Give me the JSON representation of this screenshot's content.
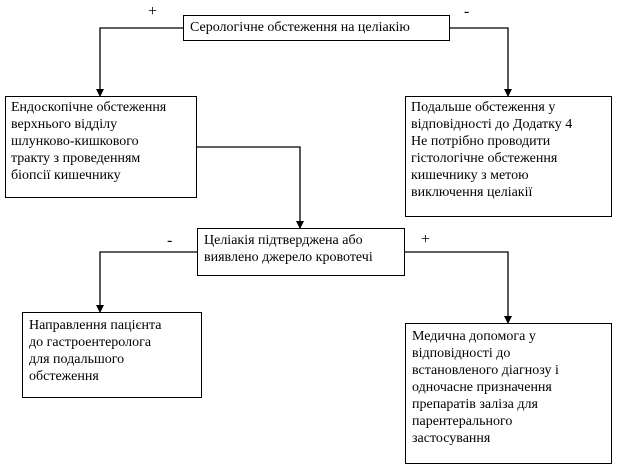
{
  "nodes": {
    "serology": "Серологічне обстеження на целіакію",
    "endoscopy": "Ендоскопічне обстеження\nверхнього відділу\nшлунково-кишкового\nтракту з проведенням\nбіопсії кишечнику",
    "further": "Подальше обстеження у\nвідповідності до Додатку 4\nНе потрібно проводити\nгістологічне обстеження\nкишечнику з метою\nвиключення целіакії",
    "confirmed": "Целіакія підтверджена або\nвиявлено джерело кровотечі",
    "referral": "Направлення пацієнта\nдо гастроентеролога\nдля подальшого\nобстеження",
    "care": "Медична допомога у\nвідповідності до\nвстановленого діагнозу і\nодночасне призначення\nпрепаратів заліза  для\nпарентерального\nзастосування"
  },
  "signs": {
    "top_plus": "+",
    "top_minus": "-",
    "mid_minus": "-",
    "mid_plus": "+"
  },
  "colors": {
    "line": "#000000",
    "background": "#ffffff"
  }
}
